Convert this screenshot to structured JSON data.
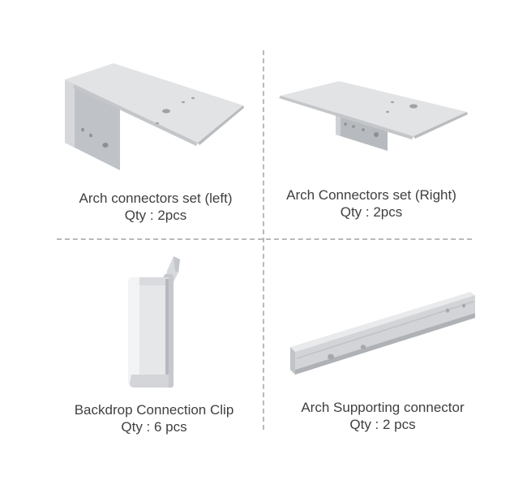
{
  "items": [
    {
      "name": "Arch connectors set (left)",
      "qty": "Qty : 2pcs"
    },
    {
      "name": "Arch Connectors set (Right)",
      "qty": "Qty : 2pcs"
    },
    {
      "name": "Backdrop Connection Clip",
      "qty": "Qty : 6 pcs"
    },
    {
      "name": "Arch Supporting connector",
      "qty": "Qty : 2 pcs"
    }
  ],
  "colors": {
    "divider": "#b9b9b9",
    "text": "#3f3f3f",
    "metal_light": "#e4e5e7",
    "metal_mid": "#c9cbce",
    "metal_dark": "#a9acb0"
  }
}
